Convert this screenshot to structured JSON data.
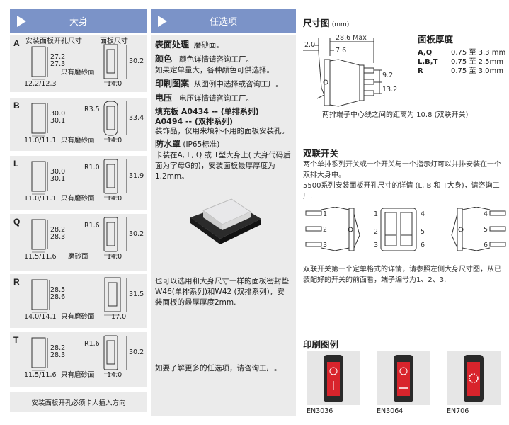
{
  "body_header": "大身",
  "options_header": "任选项",
  "body_col_titles": {
    "cutout": "安装面板开孔尺寸",
    "bezel": "面板尺寸"
  },
  "panels": [
    {
      "letter": "A",
      "h1": "27.2",
      "h2": "27.3",
      "w": "12.2/12.3",
      "bh": "30.2",
      "bw": "14.0",
      "r": "",
      "note": "只有磨砂面"
    },
    {
      "letter": "B",
      "h1": "30.0",
      "h2": "30.1",
      "w": "11.0/11.1",
      "bh": "33.4",
      "bw": "14.0",
      "r": "R3.5",
      "note": "只有磨砂面"
    },
    {
      "letter": "L",
      "h1": "30.0",
      "h2": "30.1",
      "w": "11.0/11.1",
      "bh": "31.9",
      "bw": "14.0",
      "r": "R1.0",
      "note": "只有磨砂面"
    },
    {
      "letter": "Q",
      "h1": "28.2",
      "h2": "28.3",
      "w": "11.5/11.6",
      "bh": "30.2",
      "bw": "14.0",
      "r": "R1.6",
      "note": "磨砂面"
    },
    {
      "letter": "R",
      "h1": "28.5",
      "h2": "28.6",
      "w": "14.0/14.1",
      "bh": "31.5",
      "bw": "17.0",
      "r": "",
      "note": "只有磨砂面"
    },
    {
      "letter": "T",
      "h1": "28.2",
      "h2": "28.3",
      "w": "11.5/11.6",
      "bh": "30.2",
      "bw": "14.0",
      "r": "R1.6",
      "note": "只有磨砂面"
    }
  ],
  "body_footer": "安装面板开孔必须卡人插入方向",
  "options": {
    "surface_label": "表面处理",
    "surface_value": "磨砂面。",
    "color_label": "颜色",
    "color_value": "颜色详情请咨询工厂。",
    "color_note": "如果定单量大，各种颜色可供选择。",
    "print_label": "印刷图案",
    "print_value": "从图例中选择或咨询工厂。",
    "voltage_label": "电压",
    "voltage_value": "电压详情请咨询工厂。",
    "filler_label": "填充板 A0434 -- (单排系列)",
    "filler_label2": "A0494 -- (双排系列)",
    "filler_value": "装饰品，仅用来填补不用的面板安装孔。",
    "cover_label": "防水罩",
    "cover_std": "(IP65标准)",
    "cover_value": "卡装在A, L, Q 或 T型大身上( 大身代码后面为字母G的)，安装面板最厚厚度为1.2mm。",
    "gasket_text": "也可以选用和大身尺寸一样的面板密封垫 W46(单排系列)和W42 (双排系列)，安装面板的最厚厚度2mm.",
    "more_text": "如要了解更多的任选项，请咨询工厂。"
  },
  "dimensions": {
    "title": "尺寸图",
    "unit": "(mm)",
    "d_max": "28.6 Max",
    "d_20": "2.0",
    "d_76": "7.6",
    "d_92": "9.2",
    "d_132": "13.2",
    "note": "两排端子中心线之间的距离为 10.8 (双联开关)"
  },
  "thickness": {
    "title": "面板厚度",
    "rows": [
      {
        "k": "A,Q",
        "v": "0.75 至 3.3 mm"
      },
      {
        "k": "L,B,T",
        "v": "0.75 至 2.5mm"
      },
      {
        "k": "R",
        "v": "0.75 至 3.0mm"
      }
    ]
  },
  "double": {
    "title": "双联开关",
    "p1": "两个单排系列开关或一个开关与一个指示灯可以并排安装在一个双排大身中。",
    "p2": "5500系列安装面板开孔尺寸的详情 (L, B 和 T大身)，请咨询工厂.",
    "terminals": [
      "1",
      "2",
      "3",
      "4",
      "5",
      "6"
    ],
    "p3": "双联开关第一个定单格式的详情，请参照左侧大身尺寸图，从已装配好的开关的前面看，端子编号为1、2、3."
  },
  "legend": {
    "title": "印刷图例",
    "items": [
      "EN3036",
      "EN3064",
      "EN706"
    ]
  },
  "colors": {
    "header": "#7b93c8",
    "panel": "#ebebeb",
    "switch_red": "#d8242c"
  }
}
